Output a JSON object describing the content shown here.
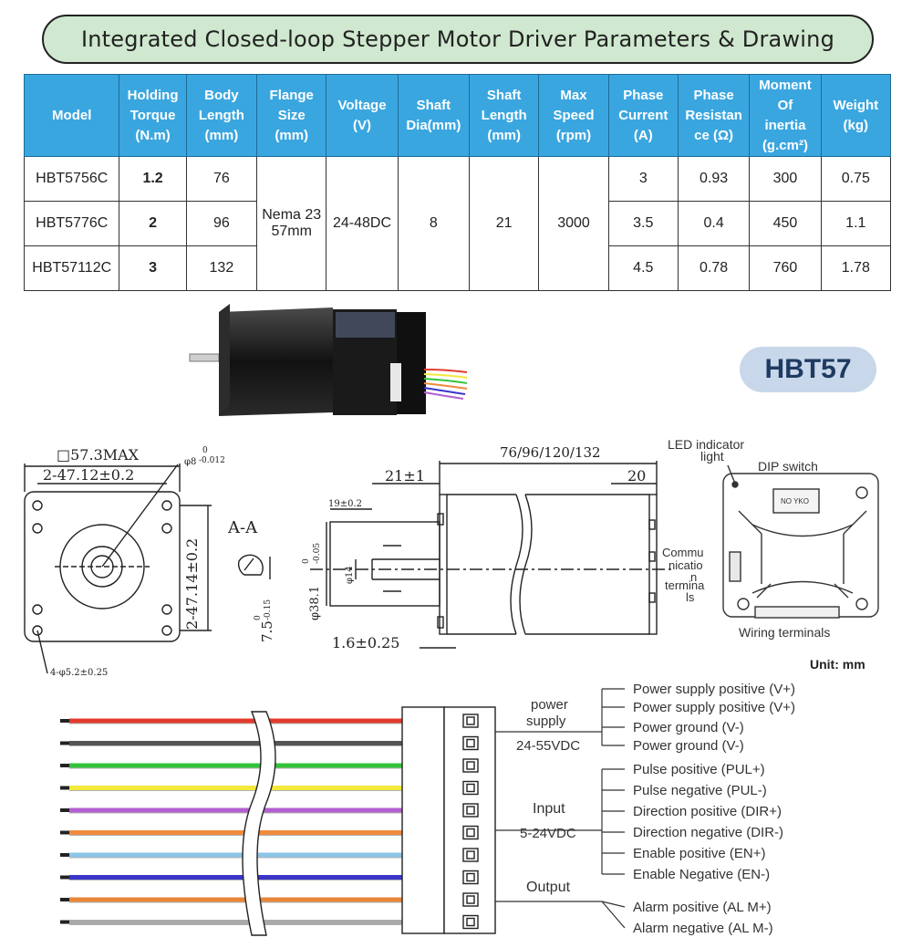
{
  "title": "Integrated Closed-loop Stepper Motor Driver Parameters & Drawing",
  "table": {
    "headers": [
      "Model",
      "Holding Torque (N.m)",
      "Body Length (mm)",
      "Flange Size (mm)",
      "Voltage (V)",
      "Shaft Dia(mm)",
      "Shaft Length (mm)",
      "Max Speed (rpm)",
      "Phase Current (A)",
      "Phase Resistance (Ω)",
      "Moment Of inertia (g.cm²)",
      "Weight (kg)"
    ],
    "header_lines": [
      [
        "Model"
      ],
      [
        "Holding",
        "Torque",
        "(N.m)"
      ],
      [
        "Body",
        "Length",
        "(mm)"
      ],
      [
        "Flange",
        "Size",
        "(mm)"
      ],
      [
        "Voltage",
        "(V)"
      ],
      [
        "Shaft",
        "Dia(mm)"
      ],
      [
        "Shaft",
        "Length",
        "(mm)"
      ],
      [
        "Max",
        "Speed",
        "(rpm)"
      ],
      [
        "Phase",
        "Current",
        "(A)"
      ],
      [
        "Phase",
        "Resistan",
        "ce (Ω)"
      ],
      [
        "Moment",
        "Of",
        "inertia",
        "(g.cm²)"
      ],
      [
        "Weight",
        "(kg)"
      ]
    ],
    "rows": [
      {
        "model": "HBT5756C",
        "torque": "1.2",
        "length": "76",
        "current": "3",
        "resistance": "0.93",
        "inertia": "300",
        "weight": "0.75"
      },
      {
        "model": "HBT5776C",
        "torque": "2",
        "length": "96",
        "current": "3.5",
        "resistance": "0.4",
        "inertia": "450",
        "weight": "1.1"
      },
      {
        "model": "HBT57112C",
        "torque": "3",
        "length": "132",
        "current": "4.5",
        "resistance": "0.78",
        "inertia": "760",
        "weight": "1.78"
      }
    ],
    "shared": {
      "flange_line1": "Nema 23",
      "flange_line2": "57mm",
      "voltage": "24-48DC",
      "shaft_dia": "8",
      "shaft_length": "21",
      "max_speed": "3000"
    }
  },
  "badge": "HBT57",
  "drawing": {
    "front": {
      "square": "□57.3MAX",
      "shaft_tol": "φ8",
      "shaft_tol_top": "0",
      "shaft_tol_bottom": "-0.012",
      "bolt_spacing": "2-47.12±0.2",
      "bolt_spacing_v": "2-47.14±0.2",
      "holes": "4-φ5.2±0.25"
    },
    "section": {
      "label": "A-A",
      "flat": "7.5",
      "flat_top": "0",
      "flat_bottom": "-0.15"
    },
    "side": {
      "body_length": "76/96/120/132",
      "shaft_len": "21±1",
      "rear_len": "20",
      "flat_len": "19±0.2",
      "boss_dia": "φ38.1",
      "boss_top": "0",
      "boss_bottom": "-0.05",
      "shaft_dia": "φ14",
      "flange_thk": "1.6±0.25"
    },
    "rear": {
      "led": "LED indicator light",
      "led_line1": "LED indicator",
      "led_line2": "light",
      "dip": "DIP switch",
      "comm_lines": [
        "Commu",
        "nicatio",
        "n",
        "termina",
        "ls"
      ],
      "wiring": "Wiring terminals",
      "dip_marks": "NO YKO"
    },
    "unit": "Unit: mm"
  },
  "wiring": {
    "wire_colors": [
      "#e23b2e",
      "#555555",
      "#33c33a",
      "#f2e93a",
      "#b25fd0",
      "#f08a3c",
      "#8cc6e8",
      "#3a35c8",
      "#e8863a",
      "#aaaaaa"
    ],
    "power_line1": "power",
    "power_line2": "supply",
    "power_voltage": "24-55VDC",
    "input_label": "Input",
    "input_voltage": "5-24VDC",
    "output_label": "Output",
    "signals": [
      "Power supply positive (V+)",
      "Power supply positive (V+)",
      "Power ground (V-)",
      "Power ground (V-)",
      "Pulse positive (PUL+)",
      "Pulse negative (PUL-)",
      "Direction positive (DIR+)",
      "Direction negative (DIR-)",
      "Enable positive (EN+)",
      "Enable Negative (EN-)",
      "Alarm positive (AL M+)",
      "Alarm negative (AL M-)"
    ]
  }
}
